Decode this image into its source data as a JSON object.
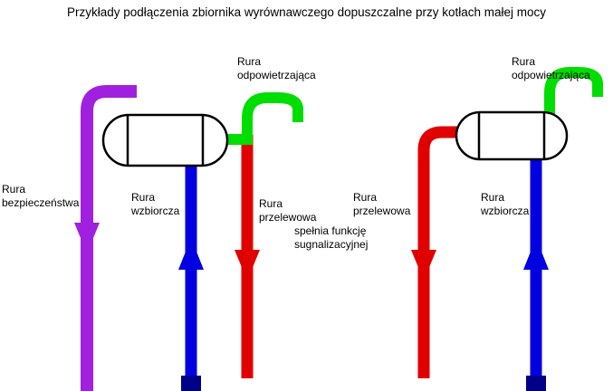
{
  "title": "Przykłady podłączenia zbiornika wyrównawczego dopuszczalne przy kotłach małej mocy",
  "colors": {
    "safety_pipe": "#a020e0",
    "expansion_pipe": "#0000e0",
    "overflow_pipe": "#e00000",
    "vent_pipe": "#00dd00",
    "pipe_end_dark": "#000088",
    "tank_outline": "#000000"
  },
  "left_assembly": {
    "vent_label": {
      "line1": "Rura",
      "line2": "odpowietrzająca"
    },
    "safety_label": {
      "line1": "Rura",
      "line2": "bezpieczeństwa"
    },
    "expansion_label": {
      "line1": "Rura",
      "line2": "wzbiorcza"
    },
    "overflow_label": {
      "line1": "Rura",
      "line2": "przelewowa"
    },
    "overflow_note": {
      "line1": "spełnia funkcję",
      "line2": "sugnalizacyjnej"
    }
  },
  "right_assembly": {
    "vent_label": {
      "line1": "Rura",
      "line2": "odpowietrzająca"
    },
    "overflow_label": {
      "line1": "Rura",
      "line2": "przelewowa"
    },
    "expansion_label": {
      "line1": "Rura",
      "line2": "wzbiorcza"
    }
  }
}
